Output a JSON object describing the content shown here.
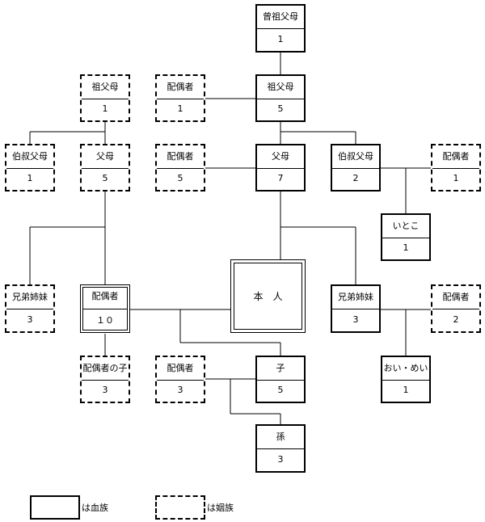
{
  "nodes": {
    "great_grandparent": {
      "label": "曾祖父母",
      "value": "1"
    },
    "grandparent_spouse_left": {
      "label": "祖父母",
      "value": "1"
    },
    "spouse_gp": {
      "label": "配偶者",
      "value": "1"
    },
    "grandparent": {
      "label": "祖父母",
      "value": "5"
    },
    "uncle_left": {
      "label": "伯叔父母",
      "value": "1"
    },
    "in_law_parent": {
      "label": "父母",
      "value": "5"
    },
    "spouse_parent": {
      "label": "配偶者",
      "value": "5"
    },
    "parent": {
      "label": "父母",
      "value": "7"
    },
    "uncle_right": {
      "label": "伯叔父母",
      "value": "2"
    },
    "spouse_uncle": {
      "label": "配偶者",
      "value": "1"
    },
    "cousin": {
      "label": "いとこ",
      "value": "1"
    },
    "in_law_sibling": {
      "label": "兄弟姉妹",
      "value": "3"
    },
    "spouse": {
      "label": "配偶者",
      "value": "１０"
    },
    "self": {
      "label": "本　人"
    },
    "sibling": {
      "label": "兄弟姉妹",
      "value": "3"
    },
    "spouse_sibling": {
      "label": "配偶者",
      "value": "2"
    },
    "spouse_child": {
      "label": "配偶者の子",
      "value": "3"
    },
    "spouse_of_child": {
      "label": "配偶者",
      "value": "3"
    },
    "child": {
      "label": "子",
      "value": "5"
    },
    "niece_nephew": {
      "label": "おい・めい",
      "value": "1"
    },
    "grandchild": {
      "label": "孫",
      "value": "3"
    }
  },
  "legend": {
    "blood": "は血族",
    "in_law": "は姻族"
  }
}
